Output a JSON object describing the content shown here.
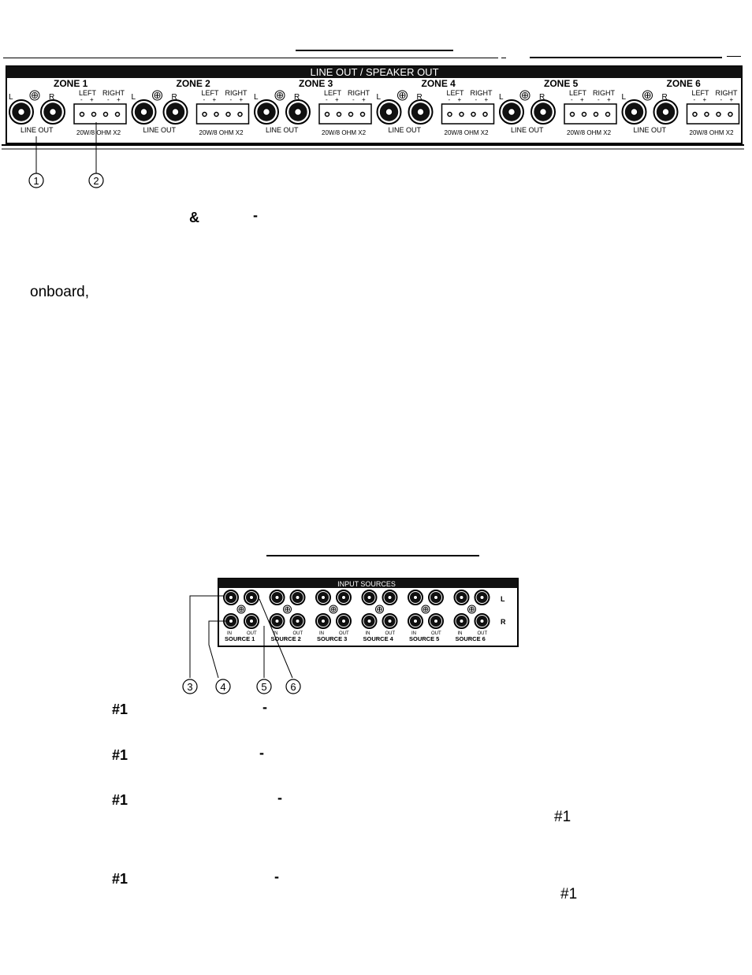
{
  "panel1": {
    "header": "LINE OUT / SPEAKER OUT",
    "zones": [
      {
        "title": "ZONE 1"
      },
      {
        "title": "ZONE 2"
      },
      {
        "title": "ZONE 3"
      },
      {
        "title": "ZONE 4"
      },
      {
        "title": "ZONE 5"
      },
      {
        "title": "ZONE 6"
      }
    ],
    "jack_left": "L",
    "jack_right": "R",
    "line_out": "LINE OUT",
    "term_left": "LEFT",
    "term_right": "RIGHT",
    "term_minus": "-",
    "term_plus": "+",
    "rating": "20W/8 OHM X2",
    "callouts": [
      "1",
      "2"
    ]
  },
  "panel2": {
    "header": "INPUT SOURCES",
    "row_left": "L",
    "row_right": "R",
    "label_in": "IN",
    "label_out": "OUT",
    "sources": [
      "SOURCE 1",
      "SOURCE 2",
      "SOURCE 3",
      "SOURCE 4",
      "SOURCE 5",
      "SOURCE 6"
    ],
    "callouts": [
      "3",
      "4",
      "5",
      "6"
    ]
  },
  "fragments": {
    "ampersand": "&",
    "dash": "-",
    "onboard": "onboard,",
    "hash1": "#1"
  }
}
